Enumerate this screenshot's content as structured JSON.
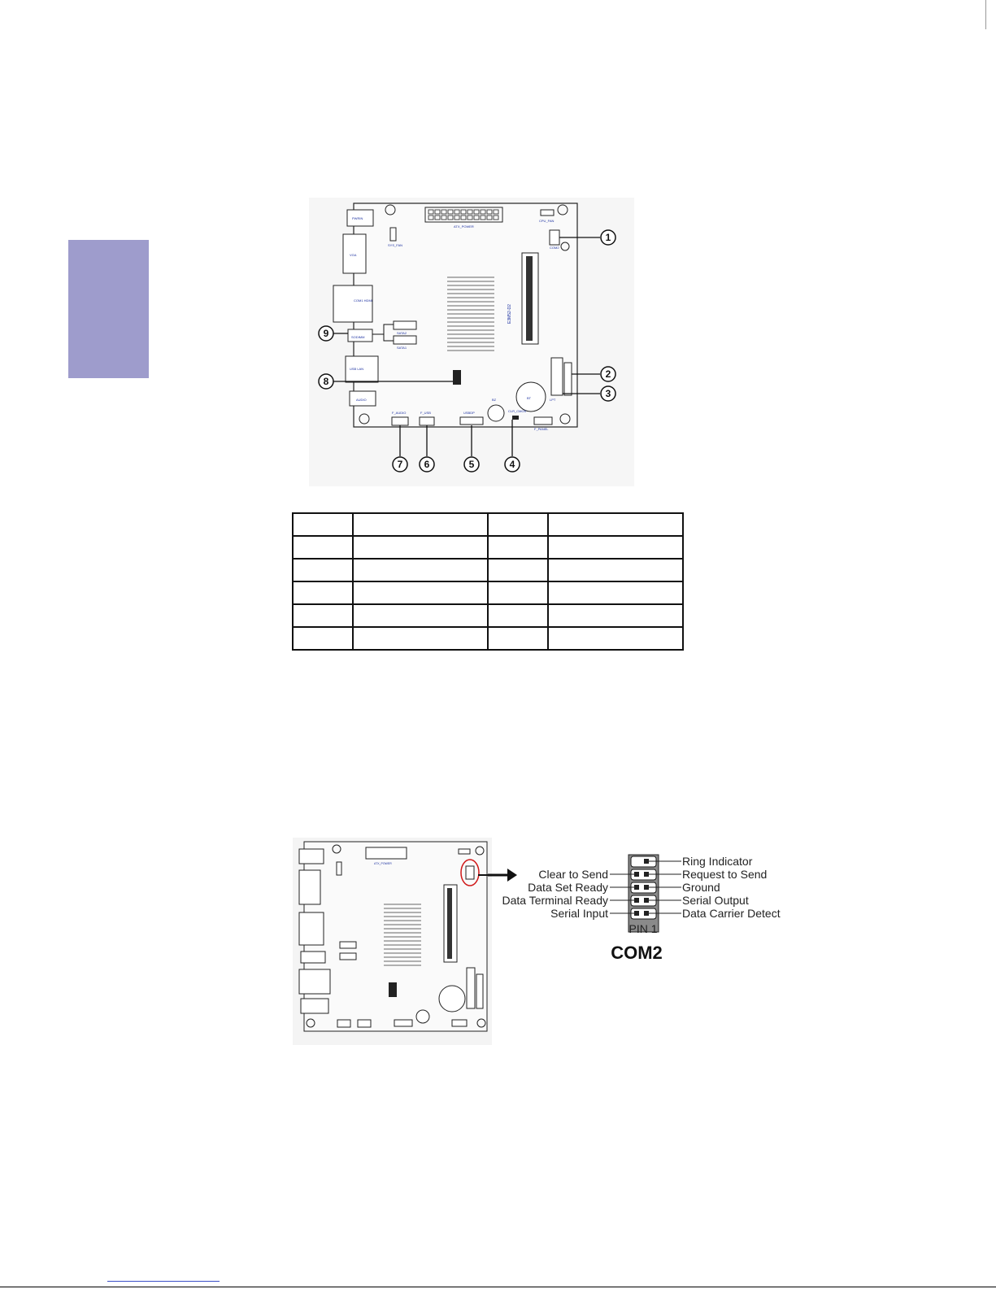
{
  "diagram1": {
    "labels": {
      "atx_power": "ATX_POWER",
      "cpu_fan": "CPU_FAN",
      "sys_fan": "SYS_FAN",
      "pwrin": "PWRIN",
      "vga": "VGA",
      "com1_hdmi": "COM1\nHDMI",
      "com2": "COM2",
      "sata2": "SATA2",
      "sata1": "SATA1",
      "sodimm": "SODIMM",
      "usb_lan": "USB\nLAN",
      "audio": "AUDIO",
      "f_audio": "F_AUDIO",
      "f_usb": "F_USB",
      "usbdp": "USBDP",
      "lpt": "LPT",
      "f_panel": "F_PANEL",
      "clr_cmos": "CLR_CMOS",
      "board_name": "E3M52-D2",
      "bt": "BT",
      "buzzer": "BZ"
    },
    "callouts": [
      "1",
      "2",
      "3",
      "4",
      "5",
      "6",
      "7",
      "8",
      "9"
    ]
  },
  "table": {
    "rows": [
      [
        "",
        "",
        "",
        ""
      ],
      [
        "",
        "",
        "",
        ""
      ],
      [
        "",
        "",
        "",
        ""
      ],
      [
        "",
        "",
        "",
        ""
      ],
      [
        "",
        "",
        "",
        ""
      ],
      [
        "",
        "",
        "",
        ""
      ]
    ]
  },
  "diagram2": {
    "pin_labels_left": [
      "Clear to Send",
      "Data Set Ready",
      "Data Terminal Ready",
      "Serial Input"
    ],
    "pin_labels_right": [
      "Ring Indicator",
      "Request to Send",
      "Ground",
      "Serial Output",
      "Data Carrier Detect"
    ],
    "pin1_label": "PIN 1",
    "connector_title": "COM2",
    "colors": {
      "highlight": "#d01818",
      "pin_box": "#8a8a8a",
      "board_label": "#1a2fa0"
    }
  }
}
